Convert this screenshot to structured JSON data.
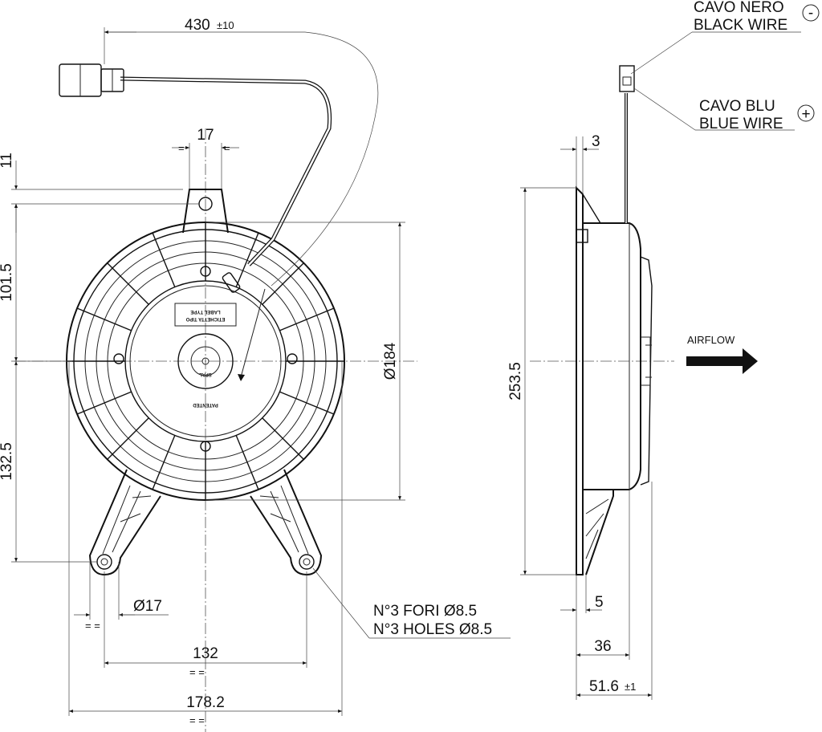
{
  "dimensions": {
    "cable_length": "430",
    "cable_tol": "±10",
    "tab_width": "17",
    "tab_offset": "11",
    "top_to_center": "101.5",
    "center_to_bottom": "132.5",
    "fan_diameter": "Ø184",
    "height_total": "253.5",
    "flange_thickness": "3",
    "flange_bottom": "5",
    "body_depth": "36",
    "total_depth": "51.6",
    "total_depth_tol": "±1",
    "foot_diameter": "Ø17",
    "hole_spacing": "132",
    "total_width": "178.2",
    "equal_marks": "= ="
  },
  "labels": {
    "black_wire_it": "CAVO NERO",
    "black_wire_en": "BLACK WIRE",
    "black_polarity": "-",
    "blue_wire_it": "CAVO BLU",
    "blue_wire_en": "BLUE WIRE",
    "blue_polarity": "+",
    "airflow": "AIRFLOW",
    "holes_it": "N°3 FORI Ø8.5",
    "holes_en": "N°3 HOLES Ø8.5"
  },
  "motor_label": {
    "line1": "ETICHETTA TIPO",
    "line2": "LABEL TYPE",
    "brand": "SPAL",
    "patented": "PATENTED"
  }
}
